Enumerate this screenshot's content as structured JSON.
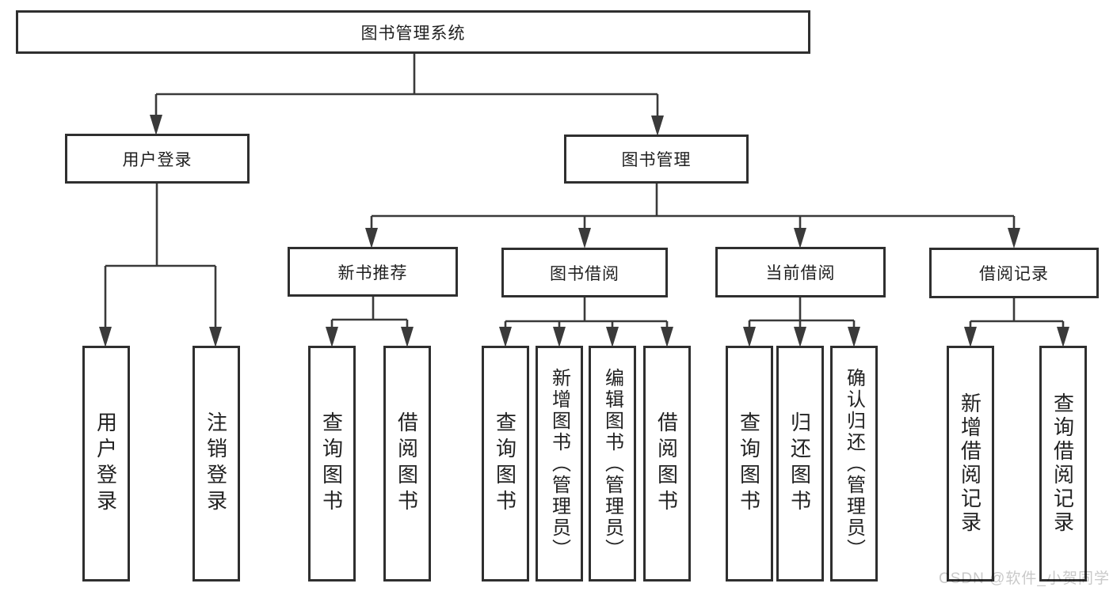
{
  "diagram": {
    "title": "图书管理系统",
    "level1": {
      "user_login": "用户登录",
      "book_management": "图书管理"
    },
    "level2": {
      "new_book_recommend": "新书推荐",
      "book_borrowing": "图书借阅",
      "current_borrowing": "当前借阅",
      "borrowing_records": "借阅记录"
    },
    "leaves": {
      "user_login": [
        "用户登录",
        "注销登录"
      ],
      "new_book_recommend": [
        "查询图书",
        "借阅图书"
      ],
      "book_borrowing": [
        "查询图书",
        "新增图书（管理员）",
        "编辑图书（管理员）",
        "借阅图书"
      ],
      "current_borrowing": [
        "查询图书",
        "归还图书",
        "确认归还（管理员）"
      ],
      "borrowing_records": [
        "新增借阅记录",
        "查询借阅记录"
      ]
    }
  },
  "watermark": {
    "text": "CSDN @软件_小贺同学"
  },
  "colors": {
    "background": "#ffffff",
    "line": "#3a3a3a",
    "box_border": "#2f2f2f",
    "text": "#1f1f1f",
    "watermark": "#c9c9c9"
  }
}
